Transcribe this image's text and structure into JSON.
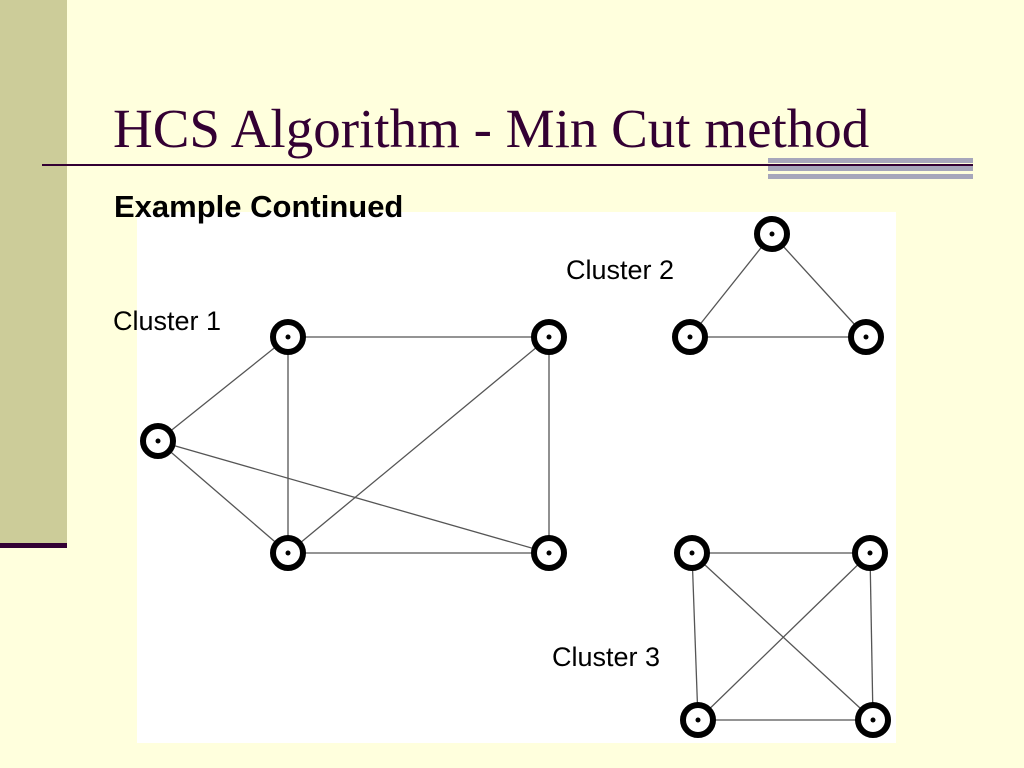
{
  "slide": {
    "title": "HCS Algorithm - Min Cut method",
    "subtitle": "Example Continued"
  },
  "colors": {
    "background": "#FFFFDD",
    "side_bar": "#CCCC99",
    "title": "#330033",
    "accent_rule": "#A7A7BB",
    "canvas": "#FFFFFF"
  },
  "graph": {
    "clusters": [
      {
        "id": "cluster-1",
        "label": "Cluster 1",
        "nodes": [
          "c1-a",
          "c1-b",
          "c1-c",
          "c1-d",
          "c1-e"
        ],
        "edges": [
          [
            "c1-a",
            "c1-b"
          ],
          [
            "c1-a",
            "c1-c"
          ],
          [
            "c1-a",
            "c1-e"
          ],
          [
            "c1-b",
            "c1-c"
          ],
          [
            "c1-b",
            "c1-d"
          ],
          [
            "c1-c",
            "c1-d"
          ],
          [
            "c1-c",
            "c1-e"
          ],
          [
            "c1-d",
            "c1-e"
          ]
        ]
      },
      {
        "id": "cluster-2",
        "label": "Cluster 2",
        "nodes": [
          "c2-a",
          "c2-b",
          "c2-c"
        ],
        "edges": [
          [
            "c2-a",
            "c2-b"
          ],
          [
            "c2-a",
            "c2-c"
          ],
          [
            "c2-b",
            "c2-c"
          ]
        ]
      },
      {
        "id": "cluster-3",
        "label": "Cluster 3",
        "nodes": [
          "c3-a",
          "c3-b",
          "c3-c",
          "c3-d"
        ],
        "edges": [
          [
            "c3-a",
            "c3-b"
          ],
          [
            "c3-a",
            "c3-c"
          ],
          [
            "c3-a",
            "c3-d"
          ],
          [
            "c3-b",
            "c3-c"
          ],
          [
            "c3-b",
            "c3-d"
          ],
          [
            "c3-c",
            "c3-d"
          ]
        ]
      }
    ]
  }
}
